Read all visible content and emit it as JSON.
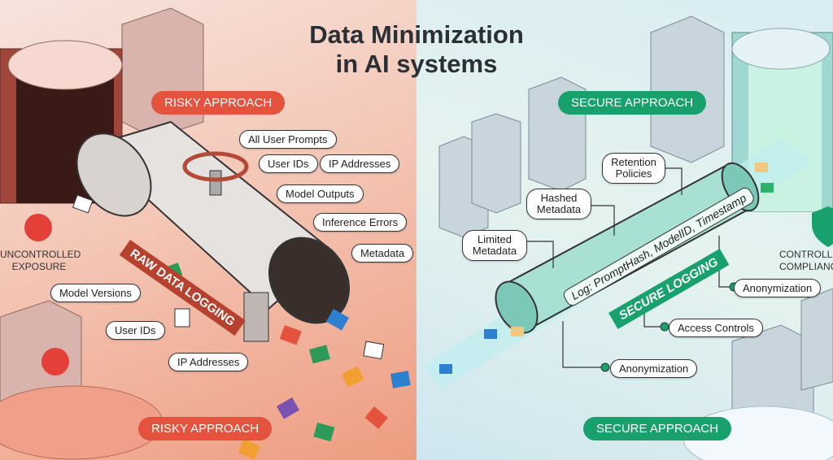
{
  "title": {
    "line1": "Data Minimization",
    "line2": "in AI systems"
  },
  "risky": {
    "badge_top": "RISKY APPROACH",
    "badge_bottom": "RISKY APPROACH",
    "pipe_label": "RAW DATA LOGGING",
    "status": "UNCONTROLLED EXPOSURE",
    "labels": [
      "All User Prompts",
      "User IDs",
      "IP Addresses",
      "Model Outputs",
      "Inference Errors",
      "Metadata",
      "Model Versions",
      "User IDs",
      "IP Addresses"
    ],
    "color": "#e4533e"
  },
  "secure": {
    "badge_top": "SECURE APPROACH",
    "badge_bottom": "SECURE APPROACH",
    "pipe_label": "SECURE LOGGING",
    "pipe_text": "Log: PromptHash, ModelID, Timestamp",
    "status": "CONTROLLED COMPLIANCE",
    "labels": [
      "Retention Policies",
      "Hashed Metadata",
      "Limited Metadata",
      "Anonymization",
      "Access Controls",
      "Anonymization"
    ],
    "color": "#18a16d"
  }
}
